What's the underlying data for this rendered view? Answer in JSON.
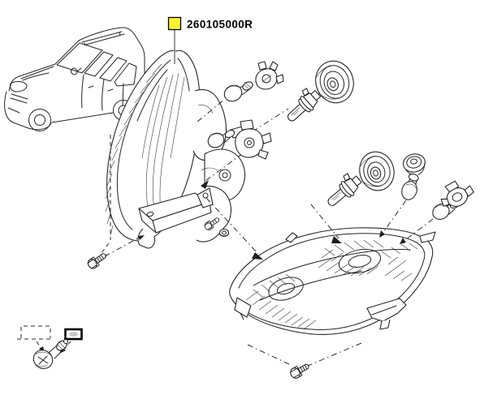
{
  "page": {
    "background_color": "#ffffff"
  },
  "part_callout": {
    "number": "260105000R",
    "marker_color": "#fef32e",
    "marker_border_color": "#000000",
    "leader_color": "#9a9a9a",
    "number_color": "#000000"
  },
  "diagram": {
    "stroke_color": "#262626",
    "components": [
      "vehicle-thumbnail",
      "headlamp-rear-view",
      "mounting-bracket",
      "signal-bulb",
      "bulb-socket",
      "parking-bulb",
      "parking-bulb-socket",
      "halogen-bulb-left",
      "dust-cap-left",
      "halogen-bulb-right",
      "dust-cap-right",
      "small-cap",
      "indicator-bulb",
      "indicator-bulb-socket",
      "headlamp-front-view",
      "mounting-screw-left",
      "mounting-screw-center",
      "retaining-nut",
      "mounting-screw-bottom",
      "legend-dashed-box",
      "legend-solid-box",
      "legend-bulb"
    ]
  }
}
